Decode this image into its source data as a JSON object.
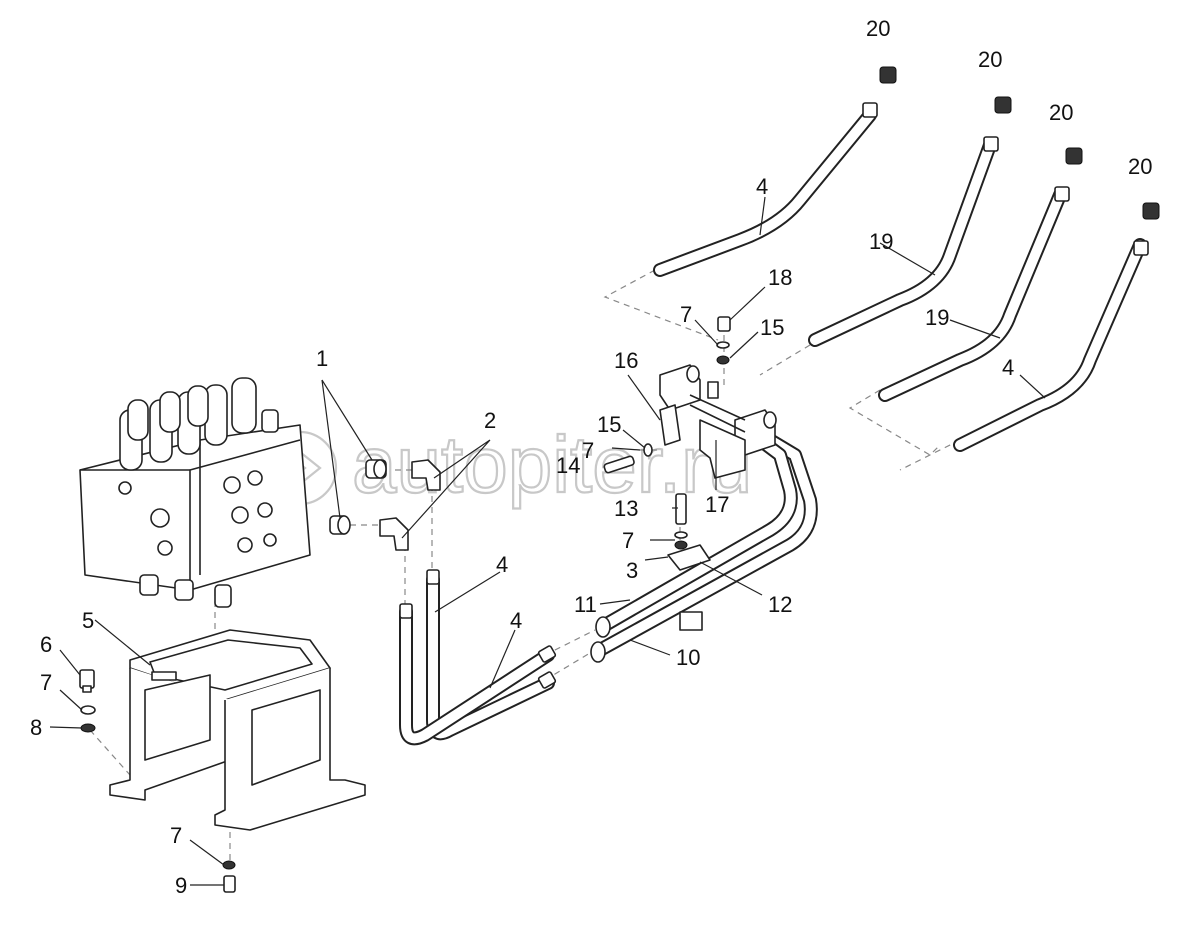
{
  "watermark": {
    "text": "autopiter.ru"
  },
  "callouts": [
    {
      "id": "c1",
      "text": "1"
    },
    {
      "id": "c2",
      "text": "2"
    },
    {
      "id": "c3",
      "text": "3"
    },
    {
      "id": "c4a",
      "text": "4"
    },
    {
      "id": "c4b",
      "text": "4"
    },
    {
      "id": "c4c",
      "text": "4"
    },
    {
      "id": "c4d",
      "text": "4"
    },
    {
      "id": "c5",
      "text": "5"
    },
    {
      "id": "c6",
      "text": "6"
    },
    {
      "id": "c7a",
      "text": "7"
    },
    {
      "id": "c7b",
      "text": "7"
    },
    {
      "id": "c7c",
      "text": "7"
    },
    {
      "id": "c7d",
      "text": "7"
    },
    {
      "id": "c7e",
      "text": "7"
    },
    {
      "id": "c8",
      "text": "8"
    },
    {
      "id": "c9",
      "text": "9"
    },
    {
      "id": "c10",
      "text": "10"
    },
    {
      "id": "c11",
      "text": "11"
    },
    {
      "id": "c12",
      "text": "12"
    },
    {
      "id": "c13",
      "text": "13"
    },
    {
      "id": "c14",
      "text": "14"
    },
    {
      "id": "c15a",
      "text": "15"
    },
    {
      "id": "c15b",
      "text": "15"
    },
    {
      "id": "c16",
      "text": "16"
    },
    {
      "id": "c17",
      "text": "17"
    },
    {
      "id": "c18",
      "text": "18"
    },
    {
      "id": "c19a",
      "text": "19"
    },
    {
      "id": "c19b",
      "text": "19"
    },
    {
      "id": "c20a",
      "text": "20"
    },
    {
      "id": "c20b",
      "text": "20"
    },
    {
      "id": "c20c",
      "text": "20"
    },
    {
      "id": "c20d",
      "text": "20"
    }
  ]
}
